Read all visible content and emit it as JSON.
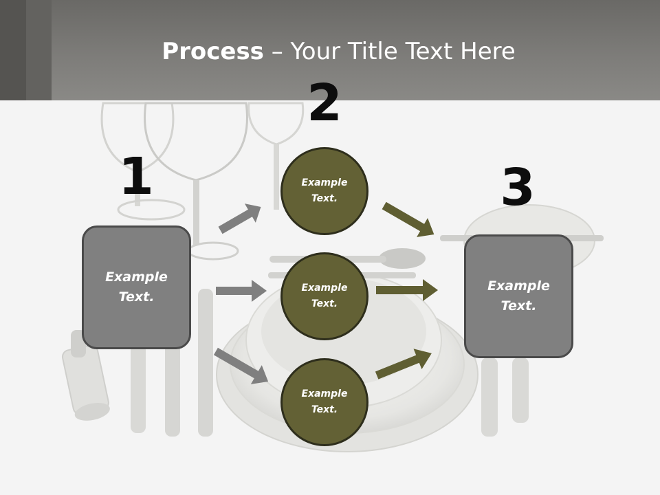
{
  "header": {
    "title_bold": "Process",
    "title_rest": " – Your Title Text Here"
  },
  "steps": [
    {
      "number": "1",
      "box_text": [
        "Example",
        "Text."
      ]
    },
    {
      "number": "2",
      "circles": [
        {
          "text": [
            "Example",
            "Text."
          ]
        },
        {
          "text": [
            "Example",
            "Text."
          ]
        },
        {
          "text": [
            "Example",
            "Text."
          ]
        }
      ]
    },
    {
      "number": "3",
      "box_text": [
        "Example",
        "Text."
      ]
    }
  ],
  "colors": {
    "header": "#7d7c79",
    "box_fill": "#808080",
    "circle_fill": "#636135",
    "arrow_gray": "#7f7f7f",
    "arrow_olive": "#5f5e32",
    "number": "#0d0d0d"
  }
}
